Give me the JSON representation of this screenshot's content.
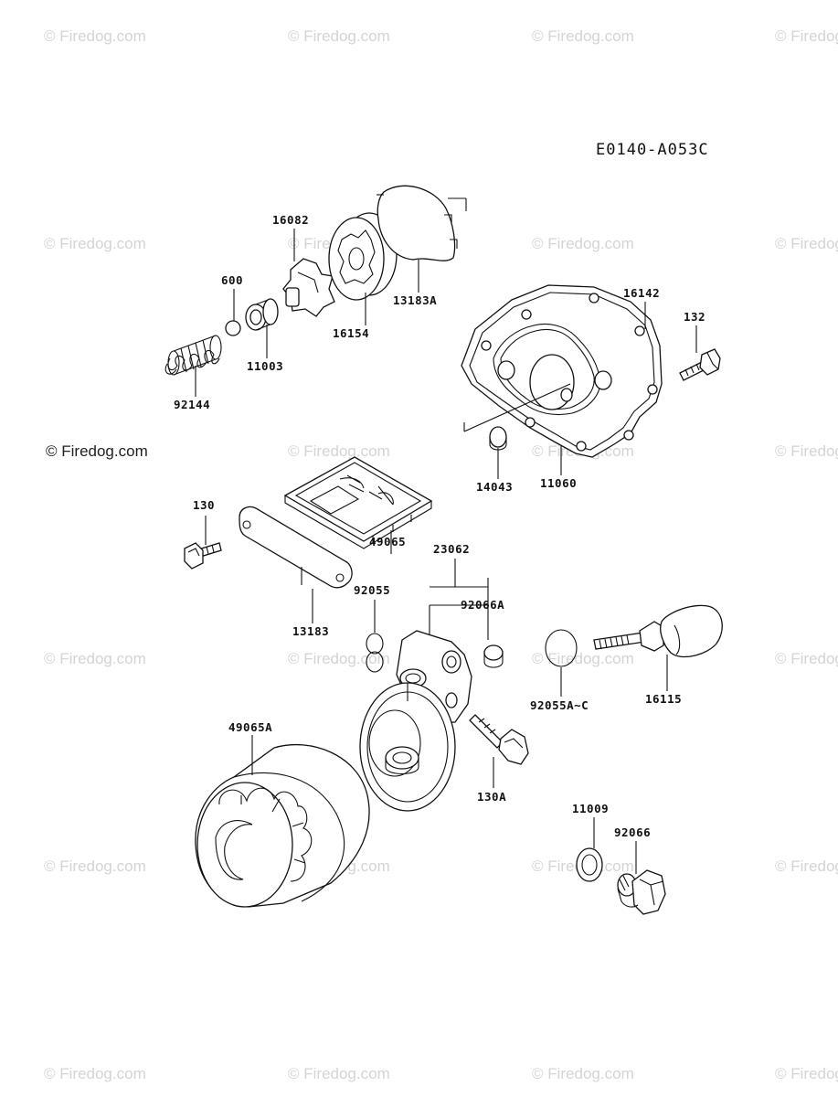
{
  "watermark": "© Firedog.com",
  "diagram_code": "E0140-A053C",
  "parts": [
    {
      "number": "16082"
    },
    {
      "number": "600"
    },
    {
      "number": "11003"
    },
    {
      "number": "92144"
    },
    {
      "number": "16154"
    },
    {
      "number": "13183A"
    },
    {
      "number": "16142"
    },
    {
      "number": "132"
    },
    {
      "number": "14043"
    },
    {
      "number": "11060"
    },
    {
      "number": "130"
    },
    {
      "number": "49065"
    },
    {
      "number": "23062"
    },
    {
      "number": "92055"
    },
    {
      "number": "92066A"
    },
    {
      "number": "13183"
    },
    {
      "number": "92055A~C"
    },
    {
      "number": "16115"
    },
    {
      "number": "49065A"
    },
    {
      "number": "130A"
    },
    {
      "number": "11009"
    },
    {
      "number": "92066"
    }
  ]
}
